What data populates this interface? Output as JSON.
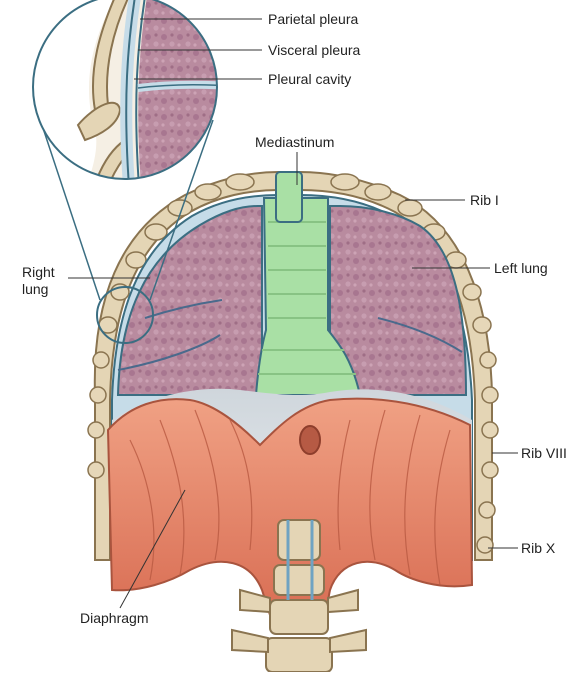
{
  "labels": {
    "parietal_pleura": "Parietal pleura",
    "visceral_pleura": "Visceral pleura",
    "pleural_cavity": "Pleural cavity",
    "mediastinum": "Mediastinum",
    "rib_1": "Rib I",
    "right_lung_line1": "Right",
    "right_lung_line2": "lung",
    "left_lung": "Left lung",
    "rib_8": "Rib VIII",
    "rib_10": "Rib X",
    "diaphragm": "Diaphragm"
  },
  "colors": {
    "lung": "#b88a9e",
    "lung_spots": "#a2718a",
    "pleura": "#c6dce8",
    "mediastinum": "#a9e0a5",
    "diaphragm": "#e58468",
    "bone": "#e4d5b5",
    "outline": "#3b6e82"
  }
}
